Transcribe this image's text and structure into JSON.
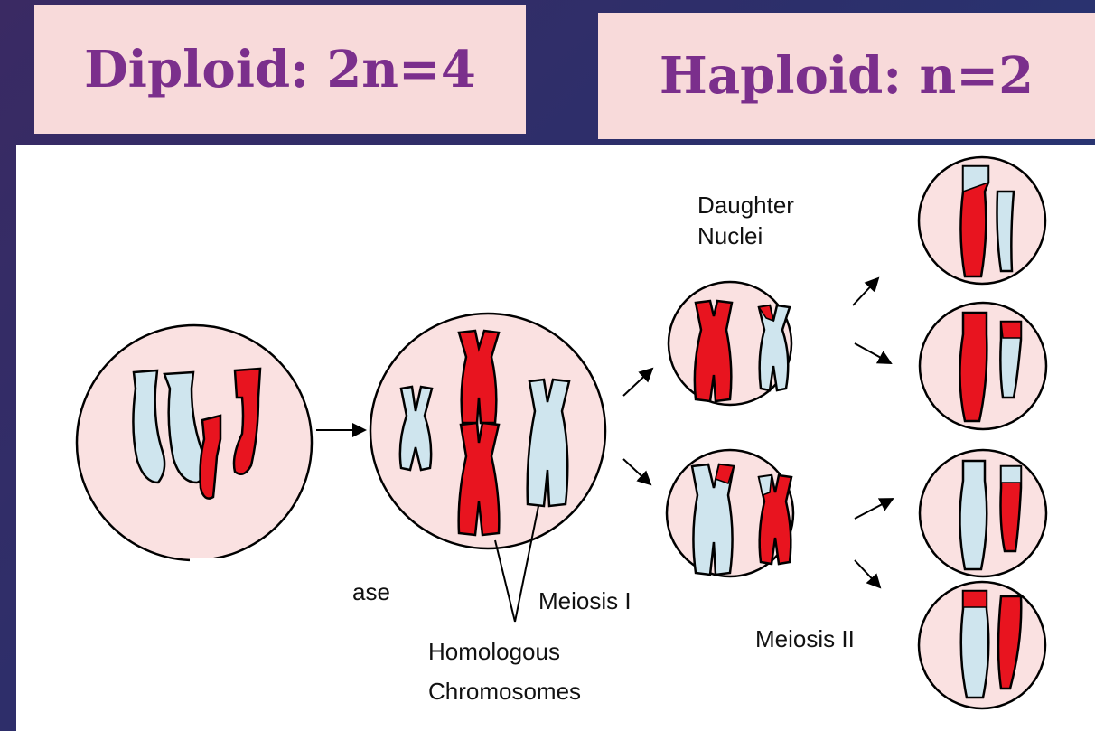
{
  "titles": {
    "left": "Diploid: 2n=4",
    "right": "Haploid: n=2"
  },
  "labels": {
    "daughter_line1": "Daughter",
    "daughter_line2": "Nuclei",
    "ase": "ase",
    "meiosis_1": "Meiosis I",
    "homologous_line1": "Homologous",
    "homologous_line2": "Chromosomes",
    "meiosis_2": "Meiosis II"
  },
  "colors": {
    "cell_fill": "#fae1e1",
    "chromosome_red": "#e8141f",
    "chromosome_blue": "#cfe5ee",
    "title_bg": "#f8dada",
    "title_text": "#7b2f8c"
  }
}
